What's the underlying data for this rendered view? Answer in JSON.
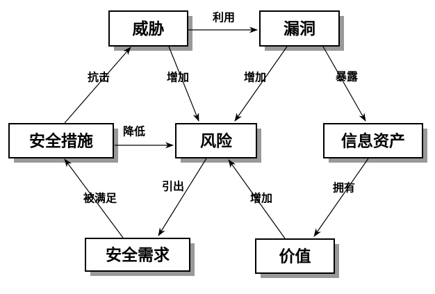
{
  "colors": {
    "background": "#ffffff",
    "box_fill": "#ffffff",
    "box_border": "#000000",
    "box_shadow": "#999999",
    "line": "#000000",
    "text": "#000000"
  },
  "diagram": {
    "nodes": [
      {
        "id": "threat",
        "label": "威胁"
      },
      {
        "id": "vulnerability",
        "label": "漏洞"
      },
      {
        "id": "security-measures",
        "label": "安全措施"
      },
      {
        "id": "risk",
        "label": "风险"
      },
      {
        "id": "information-assets",
        "label": "信息资产"
      },
      {
        "id": "security-requirements",
        "label": "安全需求"
      },
      {
        "id": "value",
        "label": "价值"
      }
    ],
    "edges": [
      {
        "from": "威胁",
        "to": "漏洞",
        "label": "利用"
      },
      {
        "from": "安全措施",
        "to": "威胁",
        "label": "抗击"
      },
      {
        "from": "威胁",
        "to": "风险",
        "label": "增加"
      },
      {
        "from": "漏洞",
        "to": "风险",
        "label": "增加"
      },
      {
        "from": "漏洞",
        "to": "信息资产",
        "label": "暴露"
      },
      {
        "from": "安全措施",
        "to": "风险",
        "label": "降低"
      },
      {
        "from": "安全需求",
        "to": "安全措施",
        "label": "被满足"
      },
      {
        "from": "风险",
        "to": "安全需求",
        "label": "引出"
      },
      {
        "from": "价值",
        "to": "风险",
        "label": "增加"
      },
      {
        "from": "信息资产",
        "to": "价值",
        "label": "拥有"
      }
    ]
  }
}
